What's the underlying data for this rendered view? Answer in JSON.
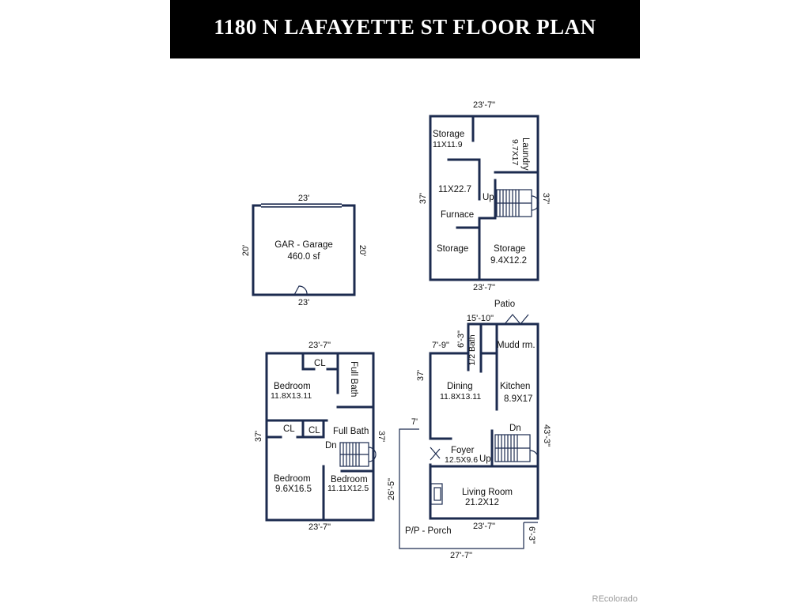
{
  "title": "1180 N LAFAYETTE ST FLOOR PLAN",
  "watermark": "REcolorado",
  "garage": {
    "name": "GAR - Garage",
    "area": "460.0 sf",
    "dim_top": "23'",
    "dim_bottom": "23'",
    "dim_left": "20'",
    "dim_right": "20'"
  },
  "basement": {
    "dim_top": "23'-7\"",
    "dim_bottom": "23'-7\"",
    "dim_left": "37'",
    "dim_right": "37'",
    "storage1_name": "Storage",
    "storage1_size": "11X11.9",
    "laundry_name": "Laundry",
    "laundry_size": "9.7X17",
    "furnace_size": "11X22.7",
    "furnace_name": "Furnace",
    "stair_label": "Up",
    "storage2_name": "Storage",
    "storage3_name": "Storage",
    "storage3_size": "9.4X12.2"
  },
  "upper": {
    "dim_top": "23'-7\"",
    "dim_bottom": "23'-7\"",
    "dim_left": "37'",
    "dim_right": "37'",
    "closet1": "CL",
    "full_bath1": "Full Bath",
    "bedroom1_name": "Bedroom",
    "bedroom1_size": "11.8X13.11",
    "closet2": "CL",
    "closet3": "CL",
    "full_bath2": "Full Bath",
    "stair_label": "Dn",
    "bedroom2_name": "Bedroom",
    "bedroom2_size": "9.6X16.5",
    "bedroom3_name": "Bedroom",
    "bedroom3_size": "11.11X12.5"
  },
  "main": {
    "patio": "Patio",
    "dim_patio": "15'-10\"",
    "dim_left_top": "7'-9\"",
    "dim_bath_height": "6'-3\"",
    "half_bath": "1/2 Bath",
    "mudd": "Mudd rm.",
    "dim_left": "37'",
    "dining_name": "Dining",
    "dining_size": "11.8X13.11",
    "kitchen_name": "Kitchen",
    "kitchen_size": "8.9X17",
    "dim_right": "43'-3\"",
    "dim_porch_top": "7'",
    "stair_dn": "Dn",
    "foyer_name": "Foyer",
    "foyer_size": "12.5X9.6",
    "stair_up": "Up",
    "dim_porch_left": "26'-5\"",
    "living_name": "Living Room",
    "living_size": "21.2X12",
    "dim_bottom": "23'-7\"",
    "porch_name": "P/P - Porch",
    "dim_porch_right": "6'-3\"",
    "dim_porch_bottom": "27'-7\""
  }
}
